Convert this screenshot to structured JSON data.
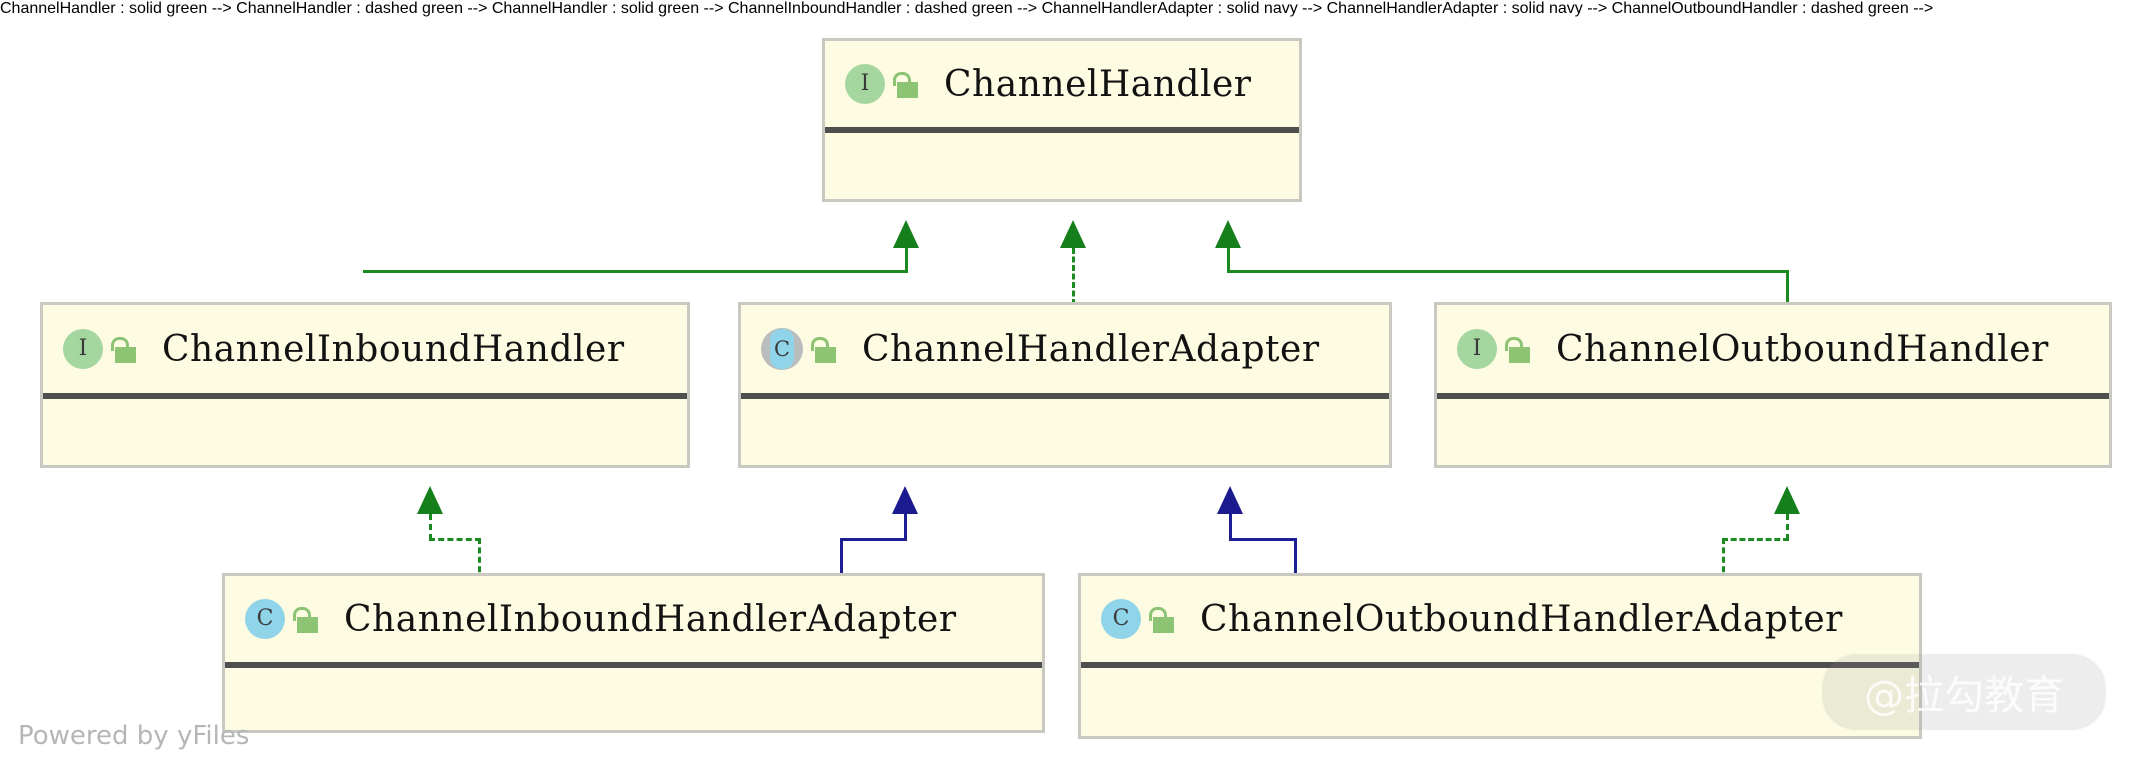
{
  "diagram": {
    "type": "uml-class-diagram",
    "title": "ChannelHandler hierarchy",
    "colors": {
      "node_fill": "#fdfce3",
      "node_border": "#c9c9c2",
      "divider": "#4f4f4f",
      "interface_icon": "#a5d6a0",
      "class_icon": "#8fd4e8",
      "abstract_arc": "#b9bdbd",
      "lock": "#8cc474",
      "edge_implements": "#1b8a21",
      "edge_extends_interface": "#1b8a21",
      "edge_extends_class": "#1f1f94",
      "title_text": "#121212"
    }
  },
  "nodes": [
    {
      "id": "channel-handler",
      "name": "ChannelHandler",
      "stereotype": "interface",
      "stereotype_glyph": "I",
      "visibility_icon": "open-padlock-icon",
      "visibility": "public"
    },
    {
      "id": "channel-inbound-handler",
      "name": "ChannelInboundHandler",
      "stereotype": "interface",
      "stereotype_glyph": "I",
      "visibility_icon": "open-padlock-icon",
      "visibility": "public"
    },
    {
      "id": "channel-handler-adapter",
      "name": "ChannelHandlerAdapter",
      "stereotype": "abstract-class",
      "stereotype_glyph": "C",
      "visibility_icon": "open-padlock-icon",
      "visibility": "public"
    },
    {
      "id": "channel-outbound-handler",
      "name": "ChannelOutboundHandler",
      "stereotype": "interface",
      "stereotype_glyph": "I",
      "visibility_icon": "open-padlock-icon",
      "visibility": "public"
    },
    {
      "id": "channel-inbound-handler-adapter",
      "name": "ChannelInboundHandlerAdapter",
      "stereotype": "class",
      "stereotype_glyph": "C",
      "visibility_icon": "open-padlock-icon",
      "visibility": "public"
    },
    {
      "id": "channel-outbound-handler-adapter",
      "name": "ChannelOutboundHandlerAdapter",
      "stereotype": "class",
      "stereotype_glyph": "C",
      "visibility_icon": "open-padlock-icon",
      "visibility": "public"
    }
  ],
  "edges": [
    {
      "from": "channel-inbound-handler",
      "to": "channel-handler",
      "kind": "extends",
      "style": "solid",
      "color": "#1b8a21"
    },
    {
      "from": "channel-handler-adapter",
      "to": "channel-handler",
      "kind": "implements",
      "style": "dashed",
      "color": "#1b8a21"
    },
    {
      "from": "channel-outbound-handler",
      "to": "channel-handler",
      "kind": "extends",
      "style": "solid",
      "color": "#1b8a21"
    },
    {
      "from": "channel-inbound-handler-adapter",
      "to": "channel-inbound-handler",
      "kind": "implements",
      "style": "dashed",
      "color": "#1b8a21"
    },
    {
      "from": "channel-inbound-handler-adapter",
      "to": "channel-handler-adapter",
      "kind": "extends",
      "style": "solid",
      "color": "#1f1f94"
    },
    {
      "from": "channel-outbound-handler-adapter",
      "to": "channel-handler-adapter",
      "kind": "extends",
      "style": "solid",
      "color": "#1f1f94"
    },
    {
      "from": "channel-outbound-handler-adapter",
      "to": "channel-outbound-handler",
      "kind": "implements",
      "style": "dashed",
      "color": "#1b8a21"
    }
  ],
  "watermark": {
    "text": "@拉勾教育"
  },
  "footer": {
    "credit": "Powered by yFiles"
  }
}
